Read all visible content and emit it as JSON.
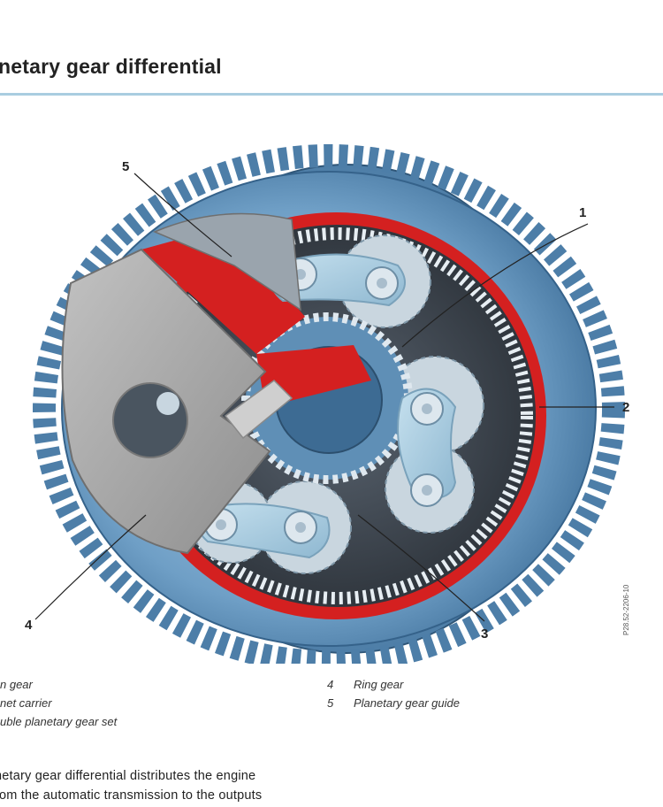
{
  "page_title": "netary gear differential",
  "callouts": {
    "c1": "1",
    "c2": "2",
    "c3": "3",
    "c4": "4",
    "c5": "5"
  },
  "image_code": "P28.52-2206-10",
  "legend_left": [
    {
      "text": "n gear"
    },
    {
      "text": "net carrier"
    },
    {
      "text": "uble planetary gear set"
    }
  ],
  "legend_right": [
    {
      "num": "4",
      "text": "Ring gear"
    },
    {
      "num": "5",
      "text": "Planetary gear guide"
    }
  ],
  "body_lines": [
    "netary gear differential distributes the engine",
    "rom the automatic transmission to the outputs"
  ],
  "colors": {
    "blue_housing": "#5d8fb8",
    "blue_light": "#9cc2dd",
    "red_accent": "#d42020",
    "gray_carrier": "#a9a9a9",
    "rule_blue": "#a9cde0"
  }
}
